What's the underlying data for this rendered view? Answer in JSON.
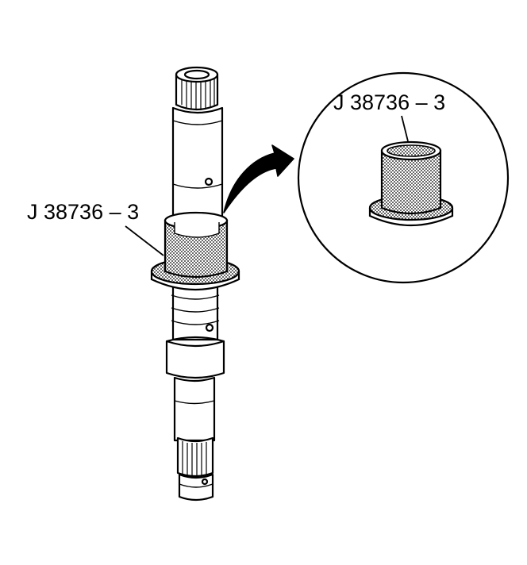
{
  "labels": {
    "shaft_tool": "J 38736 – 3",
    "detail_tool": "J 38736 – 3"
  },
  "colors": {
    "ink": "#000000",
    "background": "#ffffff",
    "stipple": "#9a9a9a"
  },
  "icons": [
    "shaft-illustration",
    "bushing-tool",
    "curved-arrow",
    "detail-circle"
  ]
}
